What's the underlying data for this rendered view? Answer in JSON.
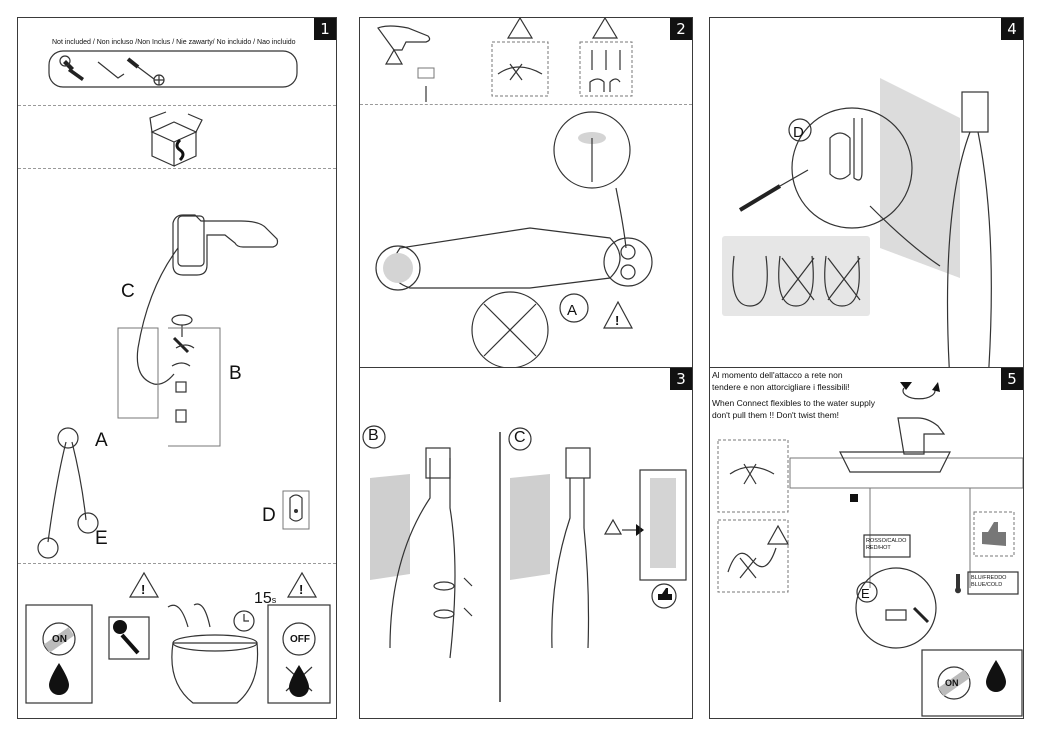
{
  "panels": {
    "p1": {
      "number": "1",
      "not_included": "Not included / Non incluso /Non Inclus / Nie zawarty/ No incluido / Nao incluido",
      "labels": {
        "a": "A",
        "b": "B",
        "c": "C",
        "d": "D",
        "e": "E"
      },
      "timer": "15",
      "timer_unit": "s",
      "on_label": "ON",
      "off_label": "OFF"
    },
    "p2": {
      "number": "2",
      "label_a": "A"
    },
    "p3": {
      "number": "3",
      "label_b": "B",
      "label_c": "C"
    },
    "p4": {
      "number": "4",
      "label_d": "D"
    },
    "p5": {
      "number": "5",
      "note_it_line1": "Al momento dell'attacco a rete non",
      "note_it_line2": "tendere e non attorcigliare i flessibili!",
      "note_en_line1": "When Connect flexibles to the water supply",
      "note_en_line2": "don't pull them !! Don't twist them!",
      "hot_line1": "ROSSO/CALDO",
      "hot_line2": "RED/HOT",
      "cold_line1": "BLU/FREDDO",
      "cold_line2": "BLUE/COLD",
      "label_e": "E",
      "on_label": "ON"
    }
  },
  "colors": {
    "line": "#333333",
    "fill": "#d4d4d4",
    "badge": "#111111",
    "panel_border": "#3a3a3a"
  },
  "icons": [
    "wrench-icon",
    "hex-key-icon",
    "screwdriver-icon",
    "warning-icon",
    "water-drop-icon",
    "thumbs-up-icon",
    "rotate-icon",
    "thermometer-icon",
    "timer-icon"
  ]
}
